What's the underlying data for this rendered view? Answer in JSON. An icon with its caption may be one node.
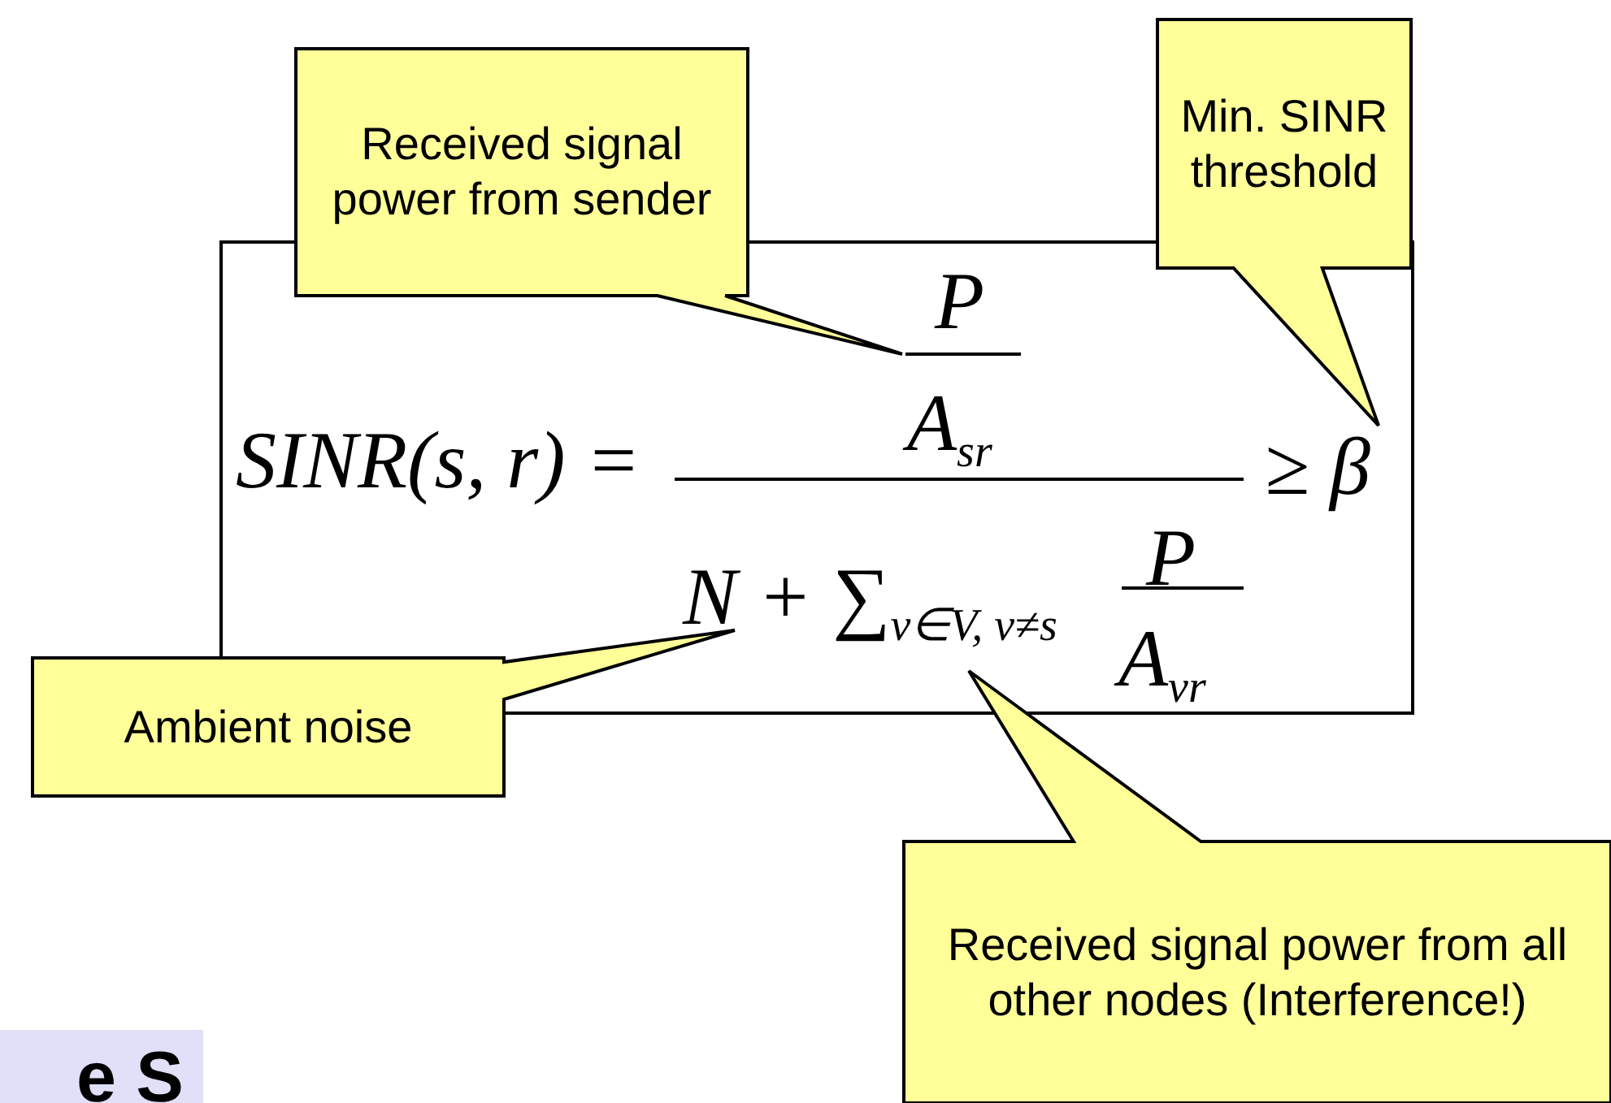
{
  "diagram": {
    "nodes": [
      {
        "text": [],
        "shape": "box"
      },
      {
        "text": [
          "Received signal power from sender"
        ]
      },
      {
        "text": [
          "Min. SINR threshold"
        ]
      },
      {
        "text": [
          "Ambient noise"
        ]
      },
      {
        "text": [
          "Received signal power from all other nodes (Interference!)"
        ]
      }
    ],
    "labels": [
      "SINR(s, r) =",
      "P",
      "A$_{sr}$",
      "≥ β",
      "N + ∑$_{v∈V, v≠s}$",
      "P",
      "A$_{vr}$",
      "e S"
    ]
  }
}
